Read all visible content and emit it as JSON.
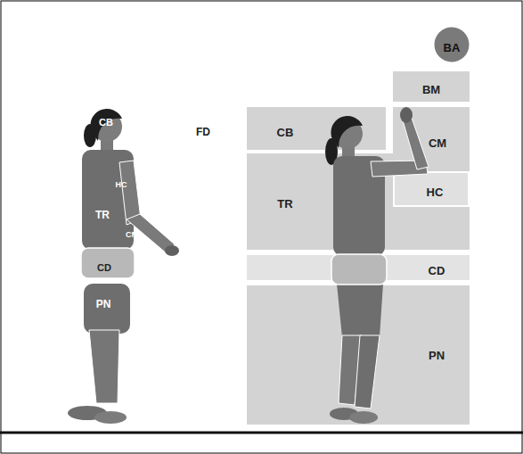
{
  "diagram": {
    "nodes": [
      {
        "text": [
          "BA"
        ]
      },
      {
        "text": [
          "BM"
        ]
      },
      {
        "text": [
          "CB"
        ]
      },
      {
        "text": [
          "CM"
        ]
      },
      {
        "text": [
          "TR"
        ]
      },
      {
        "text": [
          "HC"
        ]
      },
      {
        "text": [
          "CD"
        ]
      },
      {
        "text": [
          "PN"
        ]
      }
    ],
    "labels": [
      "CB",
      "HC",
      "TR",
      "CM",
      "CD",
      "PN",
      "FD"
    ]
  }
}
